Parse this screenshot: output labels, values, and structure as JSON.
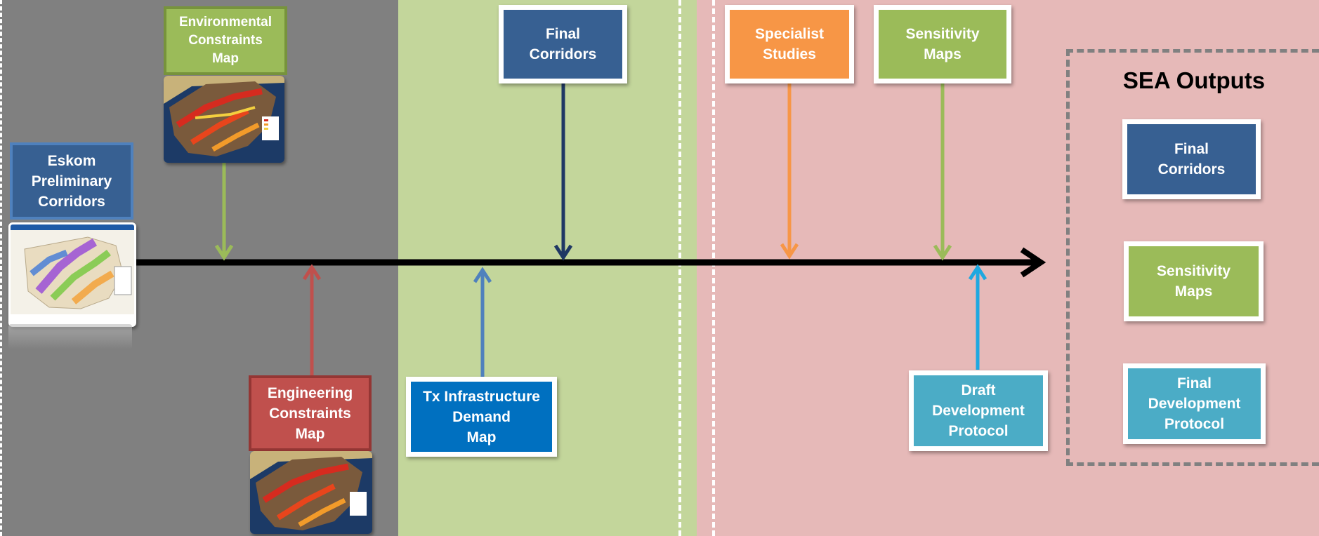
{
  "colors": {
    "grey_bg": "#808080",
    "green_bg": "#c3d69b",
    "pink_bg": "#e6b9b8",
    "blue": "#376092",
    "green": "#9bbb59",
    "red": "#c0504d",
    "orange": "#f79646",
    "teal": "#4bacc6",
    "mid_blue": "#0070c0",
    "light_blue_arrow": "#1fa8e0",
    "timeline": "#000000"
  },
  "boxes": {
    "eskom": "Eskom\nPreliminary\nCorridors",
    "env_constraints": "Environmental\nConstraints\nMap",
    "eng_constraints": "Engineering\nConstraints\nMap",
    "tx_infrastructure": "Tx Infrastructure\nDemand\nMap",
    "final_corridors": "Final\nCorridors",
    "specialist_studies": "Specialist\nStudies",
    "sensitivity_maps": "Sensitivity\nMaps",
    "draft_protocol": "Draft\nDevelopment\nProtocol"
  },
  "sea_outputs": {
    "title": "SEA Outputs",
    "items": [
      "Final\nCorridors",
      "Sensitivity\nMaps",
      "Final\nDevelopment\nProtocol"
    ]
  },
  "icons": [
    "south-africa-map-icon",
    "corridor-map-icon"
  ]
}
